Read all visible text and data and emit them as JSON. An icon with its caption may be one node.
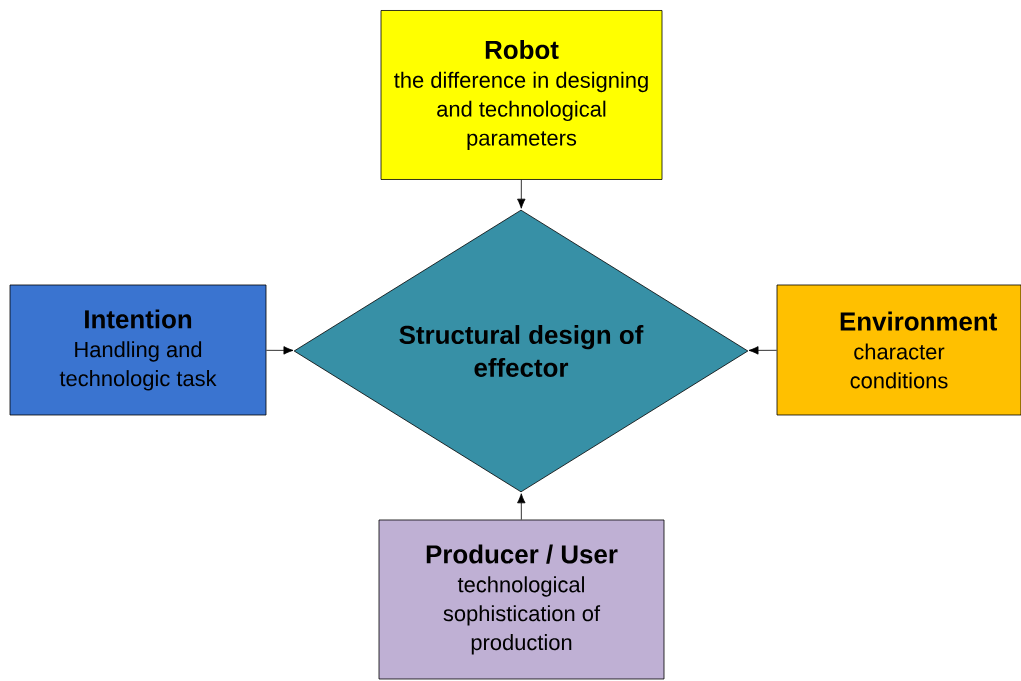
{
  "diagram": {
    "nodes": [
      {
        "text": [
          "Robot",
          "the difference in designing and technological parameters"
        ]
      },
      {
        "text": [
          "Intention",
          "Handling and technologic task"
        ]
      },
      {
        "text": [
          "Structural design of effector"
        ]
      },
      {
        "text": [
          "Environment",
          "character conditions"
        ]
      },
      {
        "text": [
          "Producer / User",
          "technological sophistication of production"
        ]
      }
    ],
    "edges": [
      {
        "from": 0,
        "to": 2,
        "arrow": "to"
      },
      {
        "from": 1,
        "to": 2,
        "arrow": "to"
      },
      {
        "from": 3,
        "to": 2,
        "arrow": "to"
      },
      {
        "from": 4,
        "to": 2,
        "arrow": "to"
      }
    ]
  }
}
